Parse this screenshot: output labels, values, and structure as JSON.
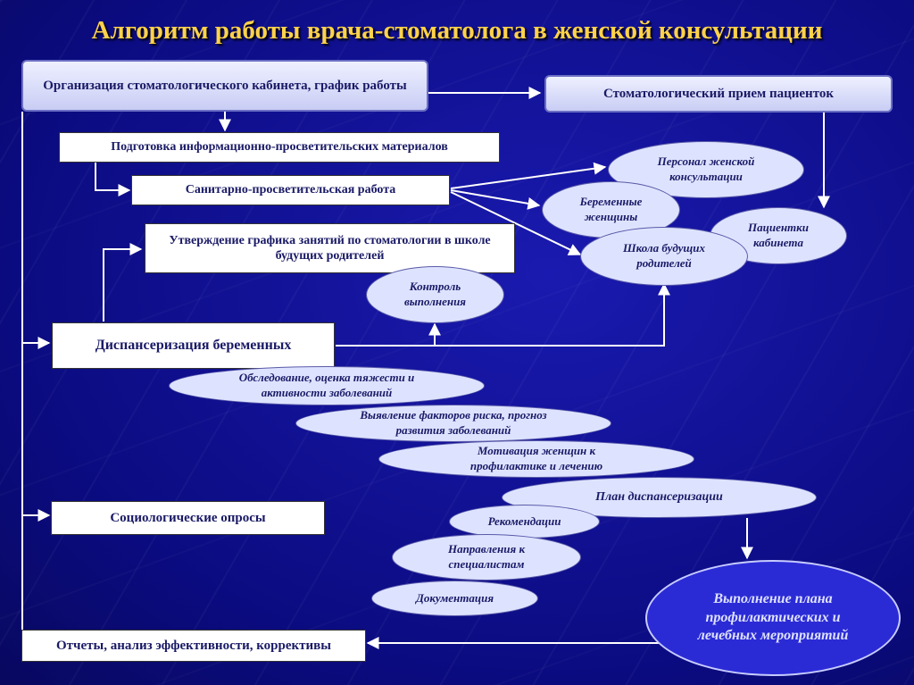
{
  "title": "Алгоритм работы врача-стоматолога в женской консультации",
  "boxes": {
    "organization": "Организация стоматологического кабинета, график работы",
    "reception": "Стоматологический прием пациенток",
    "materials": "Подготовка информационно-просветительских материалов",
    "sanitary": "Санитарно-просветительская работа",
    "schedule": "Утверждение графика занятий по стоматологии в школе будущих родителей",
    "dispensary": "Диспансеризация беременных",
    "surveys": "Социологические опросы",
    "reports": "Отчеты, анализ эффективности, коррективы"
  },
  "ovals": {
    "staff": "Персонал женской консультации",
    "pregnant": "Беременные женщины",
    "school": "Школа будущих родителей",
    "patients": "Пациентки кабинета",
    "control": "Контроль выполнения",
    "exam": "Обследование, оценка тяжести и активности заболеваний",
    "risk": "Выявление факторов риска, прогноз развития заболеваний",
    "motivation": "Мотивация женщин к профилактике и лечению",
    "plan": "План диспансеризации",
    "recommendations": "Рекомендации",
    "referrals": "Направления к специалистам",
    "documentation": "Документация",
    "fulfillment": "Выполнение плана профилактических и лечебных мероприятий"
  },
  "colors": {
    "background": "#0d0d8c",
    "title": "#ffd24a",
    "connector": "#ffffff",
    "oval_fill": "#dde3ff",
    "highlight_oval": "#2b2bd6"
  }
}
